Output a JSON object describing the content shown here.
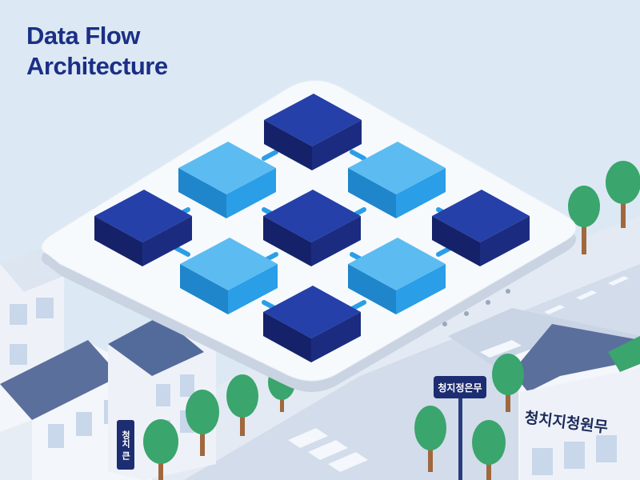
{
  "title": {
    "line1": "Data Flow",
    "line2": "Architecture"
  },
  "signs": {
    "street_sign": "청지정은무",
    "building_sign": "청치지청원무",
    "vertical_sign": "청치 큰"
  },
  "colors": {
    "title": "#1c2f86",
    "node_dark": "#1b2c80",
    "node_light": "#2a9ee6",
    "platform": "#f7fafd",
    "sky": "#dce9f4",
    "tree": "#3aa56d",
    "roof": "#536b9b"
  }
}
